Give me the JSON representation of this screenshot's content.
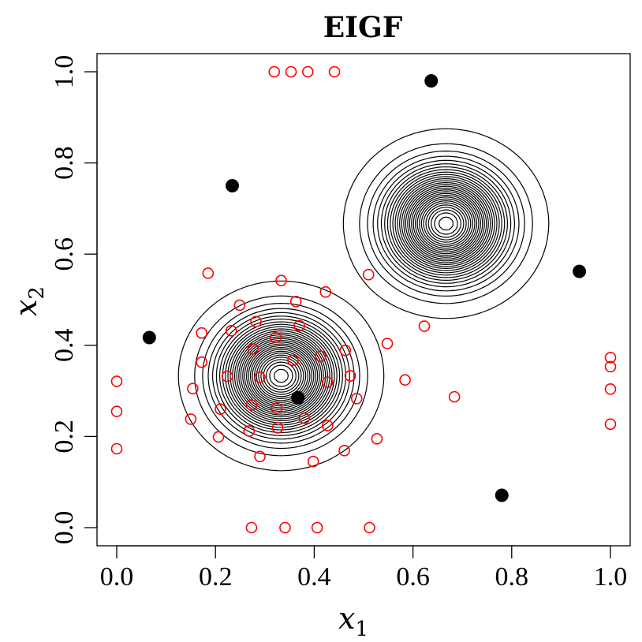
{
  "chart_data": {
    "type": "scatter",
    "title": "EIGF",
    "xlabel": "x",
    "xlabel_sub": "1",
    "ylabel": "x",
    "ylabel_sub": "2",
    "xlim": [
      0.0,
      1.0
    ],
    "ylim": [
      0.0,
      1.0
    ],
    "x_ticks": [
      "0.0",
      "0.2",
      "0.4",
      "0.6",
      "0.8",
      "1.0"
    ],
    "y_ticks": [
      "0.0",
      "0.2",
      "0.4",
      "0.6",
      "0.8",
      "1.0"
    ],
    "grid": false,
    "contours": {
      "peaks": [
        {
          "cx": 0.333,
          "cy": 0.333
        },
        {
          "cx": 0.667,
          "cy": 0.667
        }
      ],
      "line_color": "#000000"
    },
    "series": [
      {
        "marker": "filled-circle",
        "color": "#000000",
        "points": [
          [
            0.637,
            0.98
          ],
          [
            0.234,
            0.75
          ],
          [
            0.937,
            0.562
          ],
          [
            0.066,
            0.417
          ],
          [
            0.367,
            0.285
          ],
          [
            0.78,
            0.071
          ]
        ]
      },
      {
        "marker": "open-circle",
        "color": "#ff0000",
        "points": [
          [
            0.319,
            1.0
          ],
          [
            0.353,
            1.0
          ],
          [
            0.387,
            1.0
          ],
          [
            0.441,
            1.0
          ],
          [
            0.185,
            0.558
          ],
          [
            0.333,
            0.542
          ],
          [
            0.51,
            0.555
          ],
          [
            0.249,
            0.488
          ],
          [
            0.363,
            0.496
          ],
          [
            0.423,
            0.517
          ],
          [
            0.172,
            0.427
          ],
          [
            0.232,
            0.432
          ],
          [
            0.282,
            0.452
          ],
          [
            0.37,
            0.443
          ],
          [
            0.322,
            0.417
          ],
          [
            0.623,
            0.442
          ],
          [
            0.548,
            0.404
          ],
          [
            0.276,
            0.392
          ],
          [
            0.463,
            0.389
          ],
          [
            0.172,
            0.363
          ],
          [
            0.357,
            0.367
          ],
          [
            0.413,
            0.376
          ],
          [
            0.0,
            0.321
          ],
          [
            0.224,
            0.332
          ],
          [
            0.29,
            0.33
          ],
          [
            0.473,
            0.333
          ],
          [
            0.427,
            0.319
          ],
          [
            0.584,
            0.324
          ],
          [
            0.154,
            0.305
          ],
          [
            0.486,
            0.283
          ],
          [
            0.684,
            0.287
          ],
          [
            0.0,
            0.255
          ],
          [
            0.21,
            0.26
          ],
          [
            0.273,
            0.269
          ],
          [
            0.324,
            0.262
          ],
          [
            0.15,
            0.238
          ],
          [
            0.38,
            0.24
          ],
          [
            0.268,
            0.212
          ],
          [
            0.326,
            0.219
          ],
          [
            0.427,
            0.224
          ],
          [
            0.206,
            0.199
          ],
          [
            0.527,
            0.195
          ],
          [
            0.0,
            0.173
          ],
          [
            0.461,
            0.169
          ],
          [
            0.29,
            0.156
          ],
          [
            0.398,
            0.145
          ],
          [
            1.0,
            0.373
          ],
          [
            1.0,
            0.353
          ],
          [
            1.0,
            0.304
          ],
          [
            1.0,
            0.227
          ],
          [
            0.273,
            0.0
          ],
          [
            0.341,
            0.0
          ],
          [
            0.406,
            0.0
          ],
          [
            0.512,
            0.0
          ]
        ]
      }
    ]
  }
}
